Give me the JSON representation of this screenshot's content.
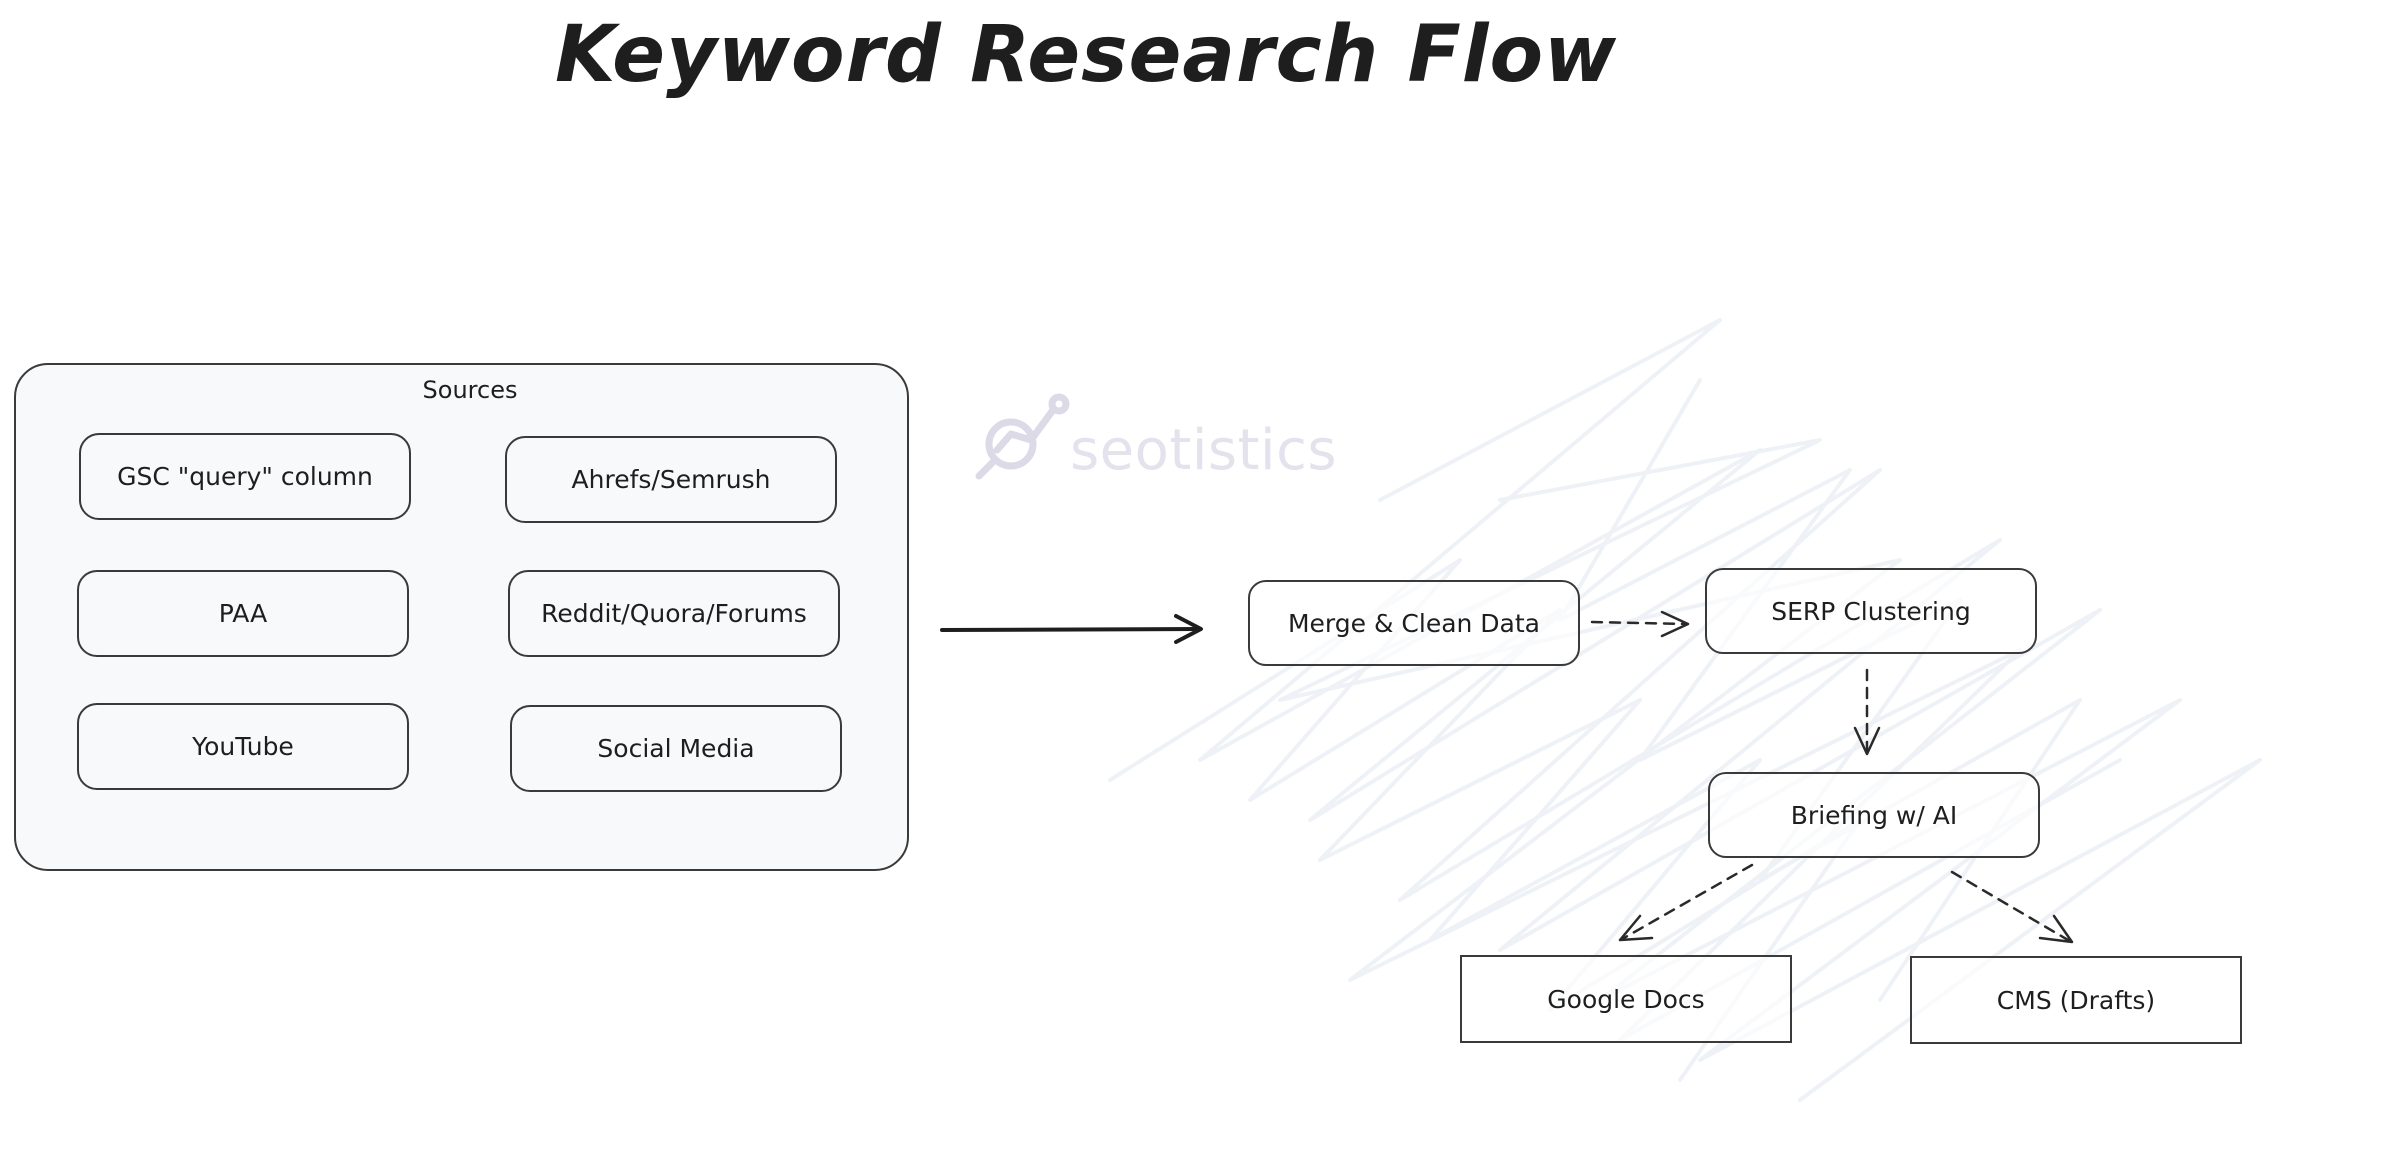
{
  "title": "Keyword Research Flow",
  "sources": {
    "label": "Sources",
    "items": [
      "GSC \"query\" column",
      "Ahrefs/Semrush",
      "PAA",
      "Reddit/Quora/Forums",
      "YouTube",
      "Social Media"
    ]
  },
  "watermark": {
    "text": "seotistics",
    "color": "#e4e2ec",
    "icon": "chart-magnifier-logo-icon"
  },
  "flow": {
    "merge": "Merge & Clean Data",
    "serp": "SERP Clustering",
    "briefing": "Briefing w/ AI",
    "google_docs": "Google Docs",
    "cms": "CMS (Drafts)"
  },
  "colors": {
    "stroke": "#1e1e1e",
    "group_fill": "#f8f9fa",
    "scribble": "#eef2f7"
  }
}
